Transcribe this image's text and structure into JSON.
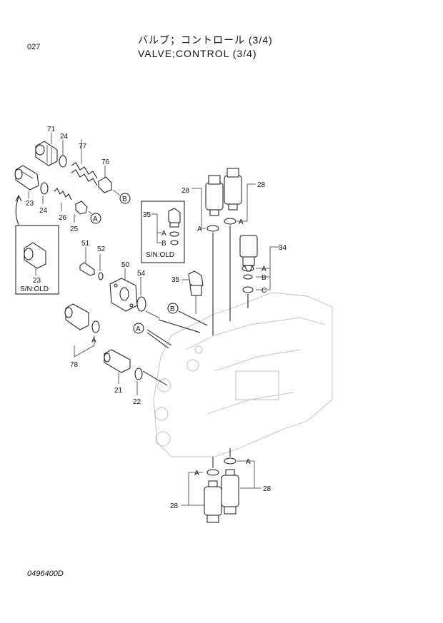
{
  "header": {
    "page_number": "027",
    "title_jp": "バルブ；コントロール (3/4)",
    "title_en": "VALVE;CONTROL (3/4)"
  },
  "footer": {
    "drawing_number": "0496400D"
  },
  "callouts": {
    "p71": "71",
    "p24a": "24",
    "p77": "77",
    "p76": "76",
    "p23a": "23",
    "p24b": "24",
    "p26": "26",
    "p25": "25",
    "p23b": "23",
    "p51": "51",
    "p52": "52",
    "p50": "50",
    "p54": "54",
    "p35a": "35",
    "p35b": "35",
    "p28a": "28",
    "p28b": "28",
    "p34": "34",
    "p78": "78",
    "p21": "21",
    "p22": "22",
    "p28c": "28",
    "p28d": "28"
  },
  "refs": {
    "A": "A",
    "B": "B",
    "C": "C"
  },
  "notes": {
    "sn_old_a": "S/N:OLD",
    "sn_old_b": "S/N:OLD"
  }
}
